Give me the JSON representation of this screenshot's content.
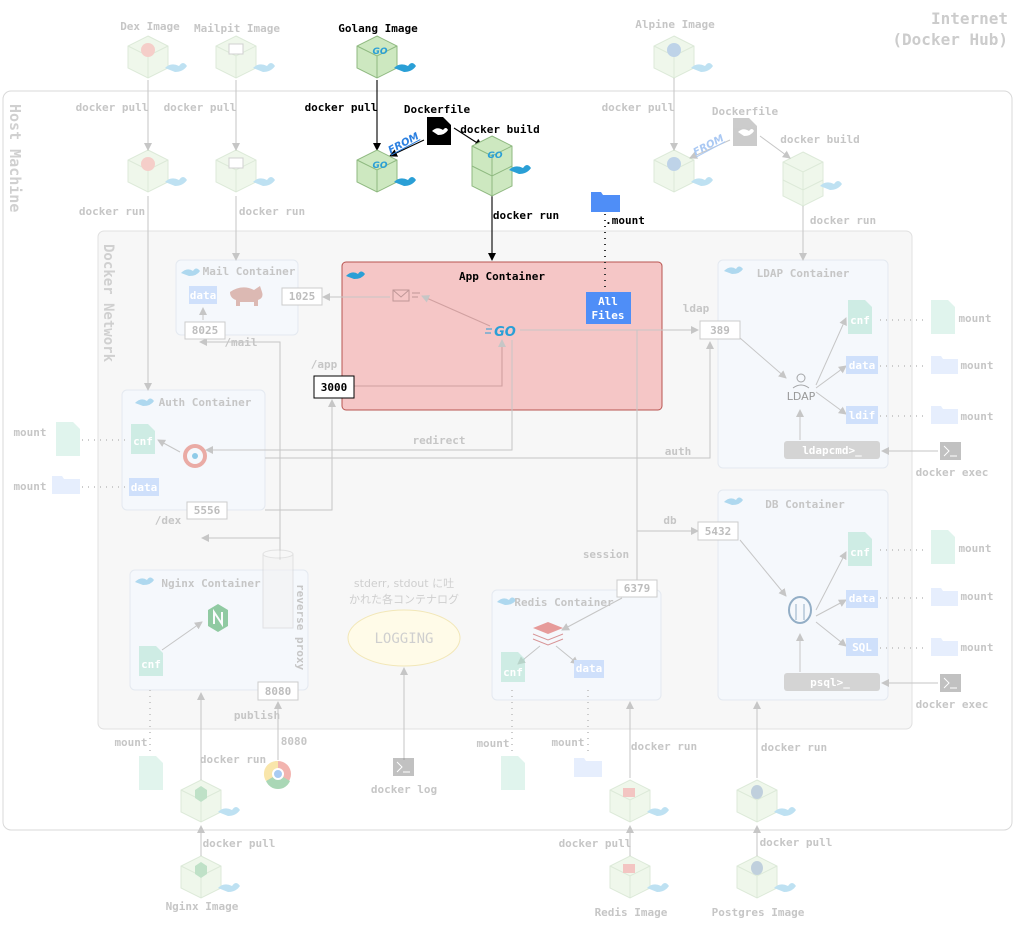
{
  "zones": {
    "internet": [
      "Internet",
      "(Docker Hub)"
    ],
    "host": "Host Machine",
    "network": "Docker Network"
  },
  "images": {
    "dex": "Dex Image",
    "mailpit": "Mailpit Image",
    "golang": "Golang Image",
    "alpine": "Alpine Image",
    "nginx": "Nginx Image",
    "redis": "Redis Image",
    "postgres": "Postgres Image"
  },
  "commands": {
    "docker_pull": "docker pull",
    "docker_run": "docker run",
    "docker_build": "docker build",
    "docker_exec": "docker exec",
    "docker_log": "docker log",
    "dockerfile": "Dockerfile",
    "from": "FROM",
    "mount": "mount",
    "dot_mount": ".mount",
    "publish": "publish"
  },
  "containers": {
    "app": "App Container",
    "mail": "Mail Container",
    "auth": "Auth Container",
    "nginx": "Nginx Container",
    "redis": "Redis Container",
    "ldap": "LDAP Container",
    "db": "DB Container"
  },
  "ports": {
    "app": "3000",
    "mail_smtp": "1025",
    "mail_web": "8025",
    "dex": "5556",
    "ldap": "389",
    "db": "5432",
    "redis": "6379",
    "nginx": "8080",
    "browser": "8080"
  },
  "paths": {
    "mail": "/mail",
    "app": "/app",
    "dex": "/dex"
  },
  "links": {
    "ldap": "ldap",
    "redirect": "redirect",
    "auth": "auth",
    "db": "db",
    "session": "session",
    "reverse_proxy": "reverse proxy"
  },
  "files": {
    "all_files": [
      "All",
      "Files"
    ],
    "cnf": "cnf",
    "data": "data",
    "ldif": "ldif",
    "sql": "SQL"
  },
  "consoles": {
    "ldap": "ldapcmd>_",
    "psql": "psql>_"
  },
  "logging": {
    "label": "LOGGING",
    "caption": [
      "stderr, stdout に吐",
      "かれた各コンテナログ"
    ]
  },
  "logos": {
    "go": "GO",
    "ldap": "LDAP"
  },
  "colors": {
    "app_fill": "#f5c6c6",
    "app_stroke": "#b85450",
    "faded": "#c6c6c6",
    "file_blue": "#4f8ef7",
    "go_blue": "#2a9fd6",
    "cube_green": "#cde8c0",
    "mail_red": "#c47a6a"
  }
}
